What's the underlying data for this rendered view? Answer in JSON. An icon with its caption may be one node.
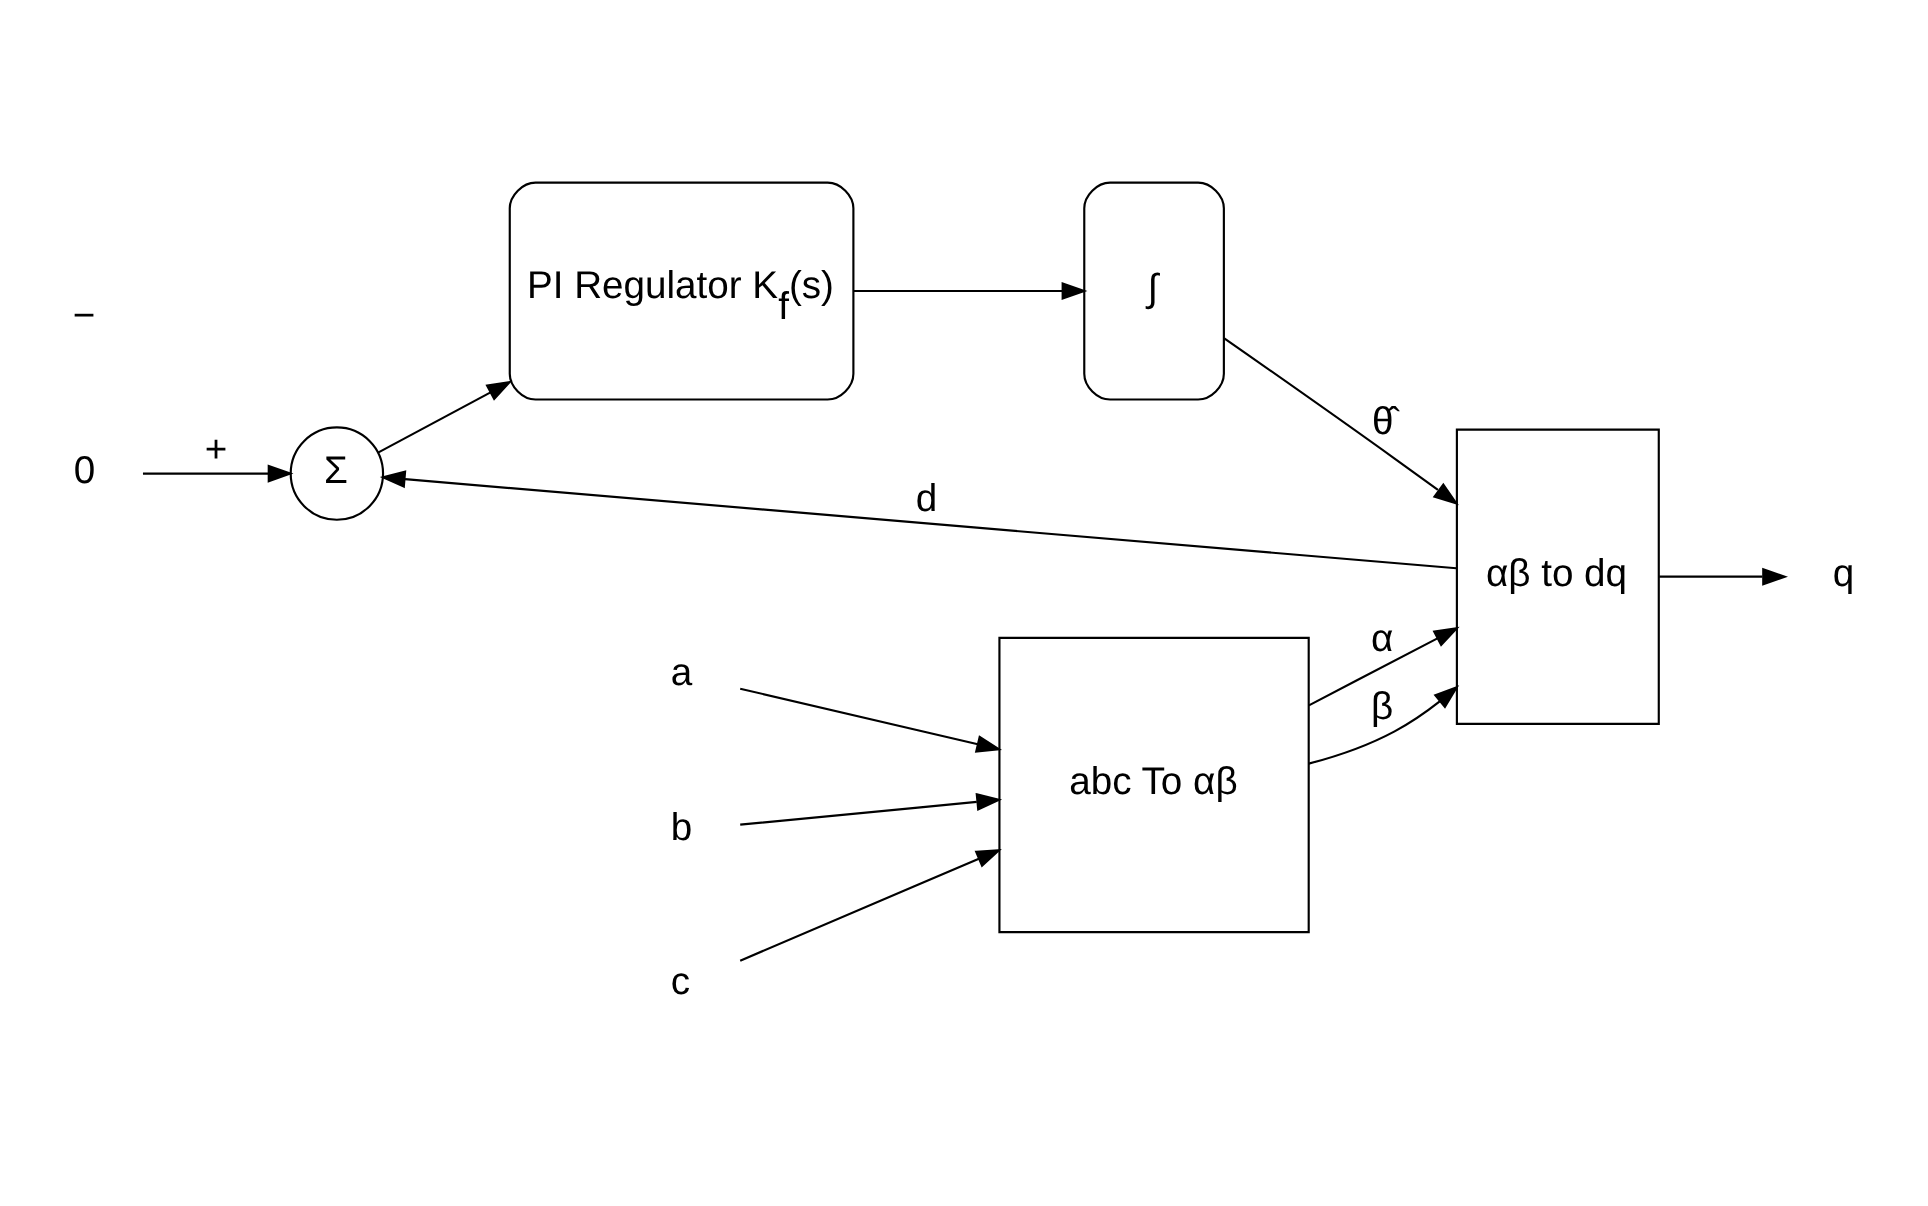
{
  "diagram": {
    "nodes": [
      {
        "text": [
          "0"
        ]
      },
      {
        "text": [
          "Σ"
        ]
      },
      {
        "text": [
          "PI Regulator K$_{f}$(s)"
        ]
      },
      {
        "text": [
          "∫"
        ]
      },
      {
        "text": [
          "abc To αβ"
        ]
      },
      {
        "text": [
          "αβ to dq"
        ]
      },
      {
        "text": [
          "a"
        ]
      },
      {
        "text": [
          "b"
        ]
      },
      {
        "text": [
          "c"
        ]
      },
      {
        "text": [
          "q"
        ]
      }
    ],
    "edges": [
      {
        "from": 0,
        "to": 1,
        "arrow": "to",
        "label": "+"
      },
      {
        "from": 1,
        "to": 2,
        "arrow": "to"
      },
      {
        "from": 2,
        "to": 3,
        "arrow": "to"
      },
      {
        "from": 3,
        "to": 5,
        "arrow": "to",
        "label": "θ̂"
      },
      {
        "from": 5,
        "to": 1,
        "arrow": "to",
        "label": "d"
      },
      {
        "from": 6,
        "to": 4,
        "arrow": "to"
      },
      {
        "from": 7,
        "to": 4,
        "arrow": "to"
      },
      {
        "from": 8,
        "to": 4,
        "arrow": "to"
      },
      {
        "from": 4,
        "to": 5,
        "arrow": "to",
        "label": "α"
      },
      {
        "from": 4,
        "to": 5,
        "arrow": "to",
        "label": "β"
      },
      {
        "from": 5,
        "to": 9,
        "arrow": "to"
      }
    ],
    "labels": [
      "−"
    ]
  }
}
